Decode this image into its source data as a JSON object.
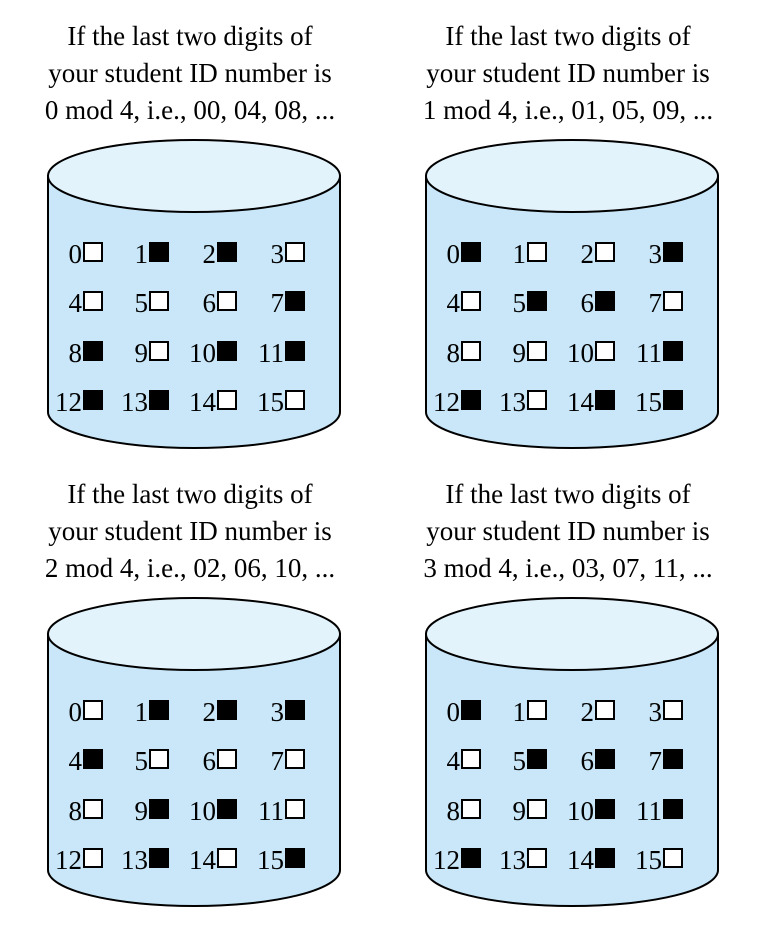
{
  "colors": {
    "cylinder_fill": "#c9e7f8",
    "cylinder_top": "#e3f3fc",
    "outline": "#000000",
    "filled": "#000000",
    "empty": "#ffffff"
  },
  "panels": [
    {
      "caption": [
        "If the last two digits of",
        "your student ID number is",
        "0 mod 4, i.e., 00, 04, 08, ..."
      ],
      "bits": [
        0,
        1,
        1,
        0,
        0,
        0,
        0,
        1,
        1,
        0,
        1,
        1,
        1,
        1,
        0,
        0
      ]
    },
    {
      "caption": [
        "If the last two digits of",
        "your student ID number is",
        "1 mod 4, i.e., 01, 05, 09, ..."
      ],
      "bits": [
        1,
        0,
        0,
        1,
        0,
        1,
        1,
        0,
        0,
        0,
        0,
        1,
        1,
        0,
        1,
        1
      ]
    },
    {
      "caption": [
        "If the last two digits of",
        "your student ID number is",
        "2 mod 4, i.e., 02, 06, 10, ..."
      ],
      "bits": [
        0,
        1,
        1,
        1,
        1,
        0,
        0,
        0,
        0,
        1,
        1,
        0,
        0,
        1,
        0,
        1
      ]
    },
    {
      "caption": [
        "If the last two digits of",
        "your student ID number is",
        "3 mod 4, i.e., 03, 07, 11, ..."
      ],
      "bits": [
        1,
        0,
        0,
        0,
        0,
        1,
        1,
        1,
        0,
        0,
        1,
        1,
        1,
        0,
        1,
        0
      ]
    }
  ],
  "numbers": [
    "0",
    "1",
    "2",
    "3",
    "4",
    "5",
    "6",
    "7",
    "8",
    "9",
    "10",
    "11",
    "12",
    "13",
    "14",
    "15"
  ]
}
